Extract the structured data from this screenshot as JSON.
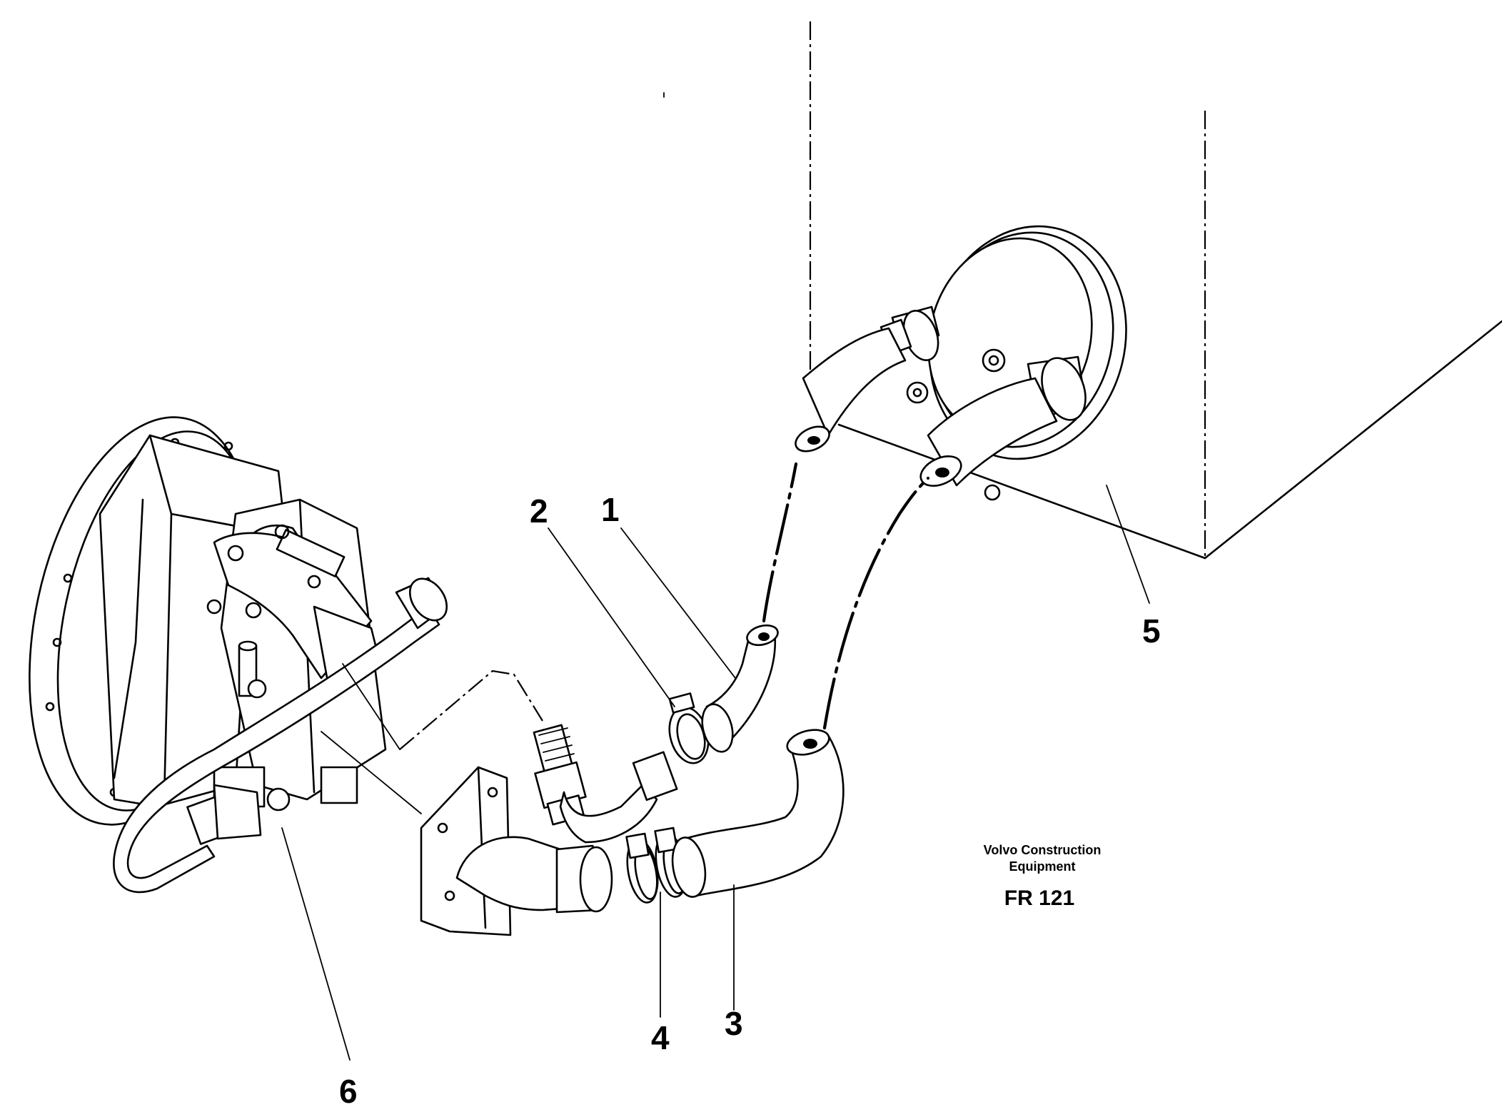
{
  "labels": {
    "c1": "1",
    "c2": "2",
    "c3": "3",
    "c4": "4",
    "c5": "5",
    "c6": "6"
  },
  "brand": {
    "line1": "Volvo Construction",
    "line2": "Equipment",
    "code": "FR 121"
  }
}
